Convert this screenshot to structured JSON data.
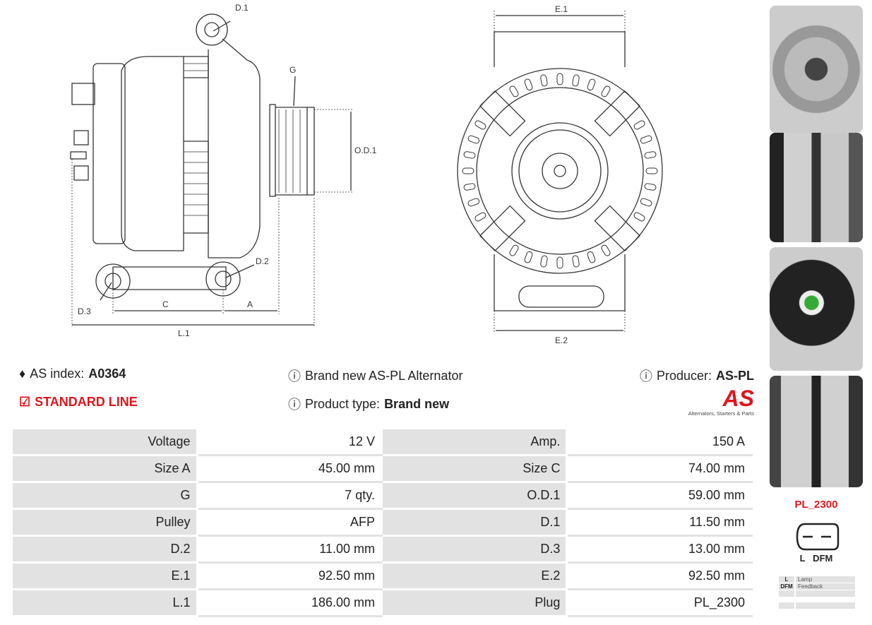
{
  "drawing_labels": {
    "d1": "D.1",
    "d2": "D.2",
    "d3": "D.3",
    "g": "G",
    "od1": "O.D.1",
    "c": "C",
    "a": "A",
    "l1": "L.1",
    "e1": "E.1",
    "e2": "E.2"
  },
  "info": {
    "as_index_label": "AS index:",
    "as_index_value": "A0364",
    "line": "STANDARD LINE",
    "description": "Brand new AS-PL Alternator",
    "product_type_label": "Product type:",
    "product_type_value": "Brand new",
    "producer_label": "Producer:",
    "producer_value": "AS-PL",
    "logo_text": "AS",
    "logo_tagline": "Alternators, Starters & Parts"
  },
  "specs": [
    [
      "Voltage",
      "12 V",
      "Amp.",
      "150 A"
    ],
    [
      "Size A",
      "45.00 mm",
      "Size C",
      "74.00 mm"
    ],
    [
      "G",
      "7 qty.",
      "O.D.1",
      "59.00 mm"
    ],
    [
      "Pulley",
      "AFP",
      "D.1",
      "11.50 mm"
    ],
    [
      "D.2",
      "11.00 mm",
      "D.3",
      "13.00 mm"
    ],
    [
      "E.1",
      "92.50 mm",
      "E.2",
      "92.50 mm"
    ],
    [
      "L.1",
      "186.00 mm",
      "Plug",
      "PL_2300"
    ]
  ],
  "plug": {
    "name": "PL_2300",
    "pins": "L   DFM",
    "legend": [
      [
        "L",
        "Lamp"
      ],
      [
        "DFM",
        "Feedback"
      ],
      [
        "",
        ""
      ],
      [
        "",
        ""
      ]
    ]
  },
  "colors": {
    "accent": "#e3141b",
    "table_gray": "#e2e2e2"
  }
}
